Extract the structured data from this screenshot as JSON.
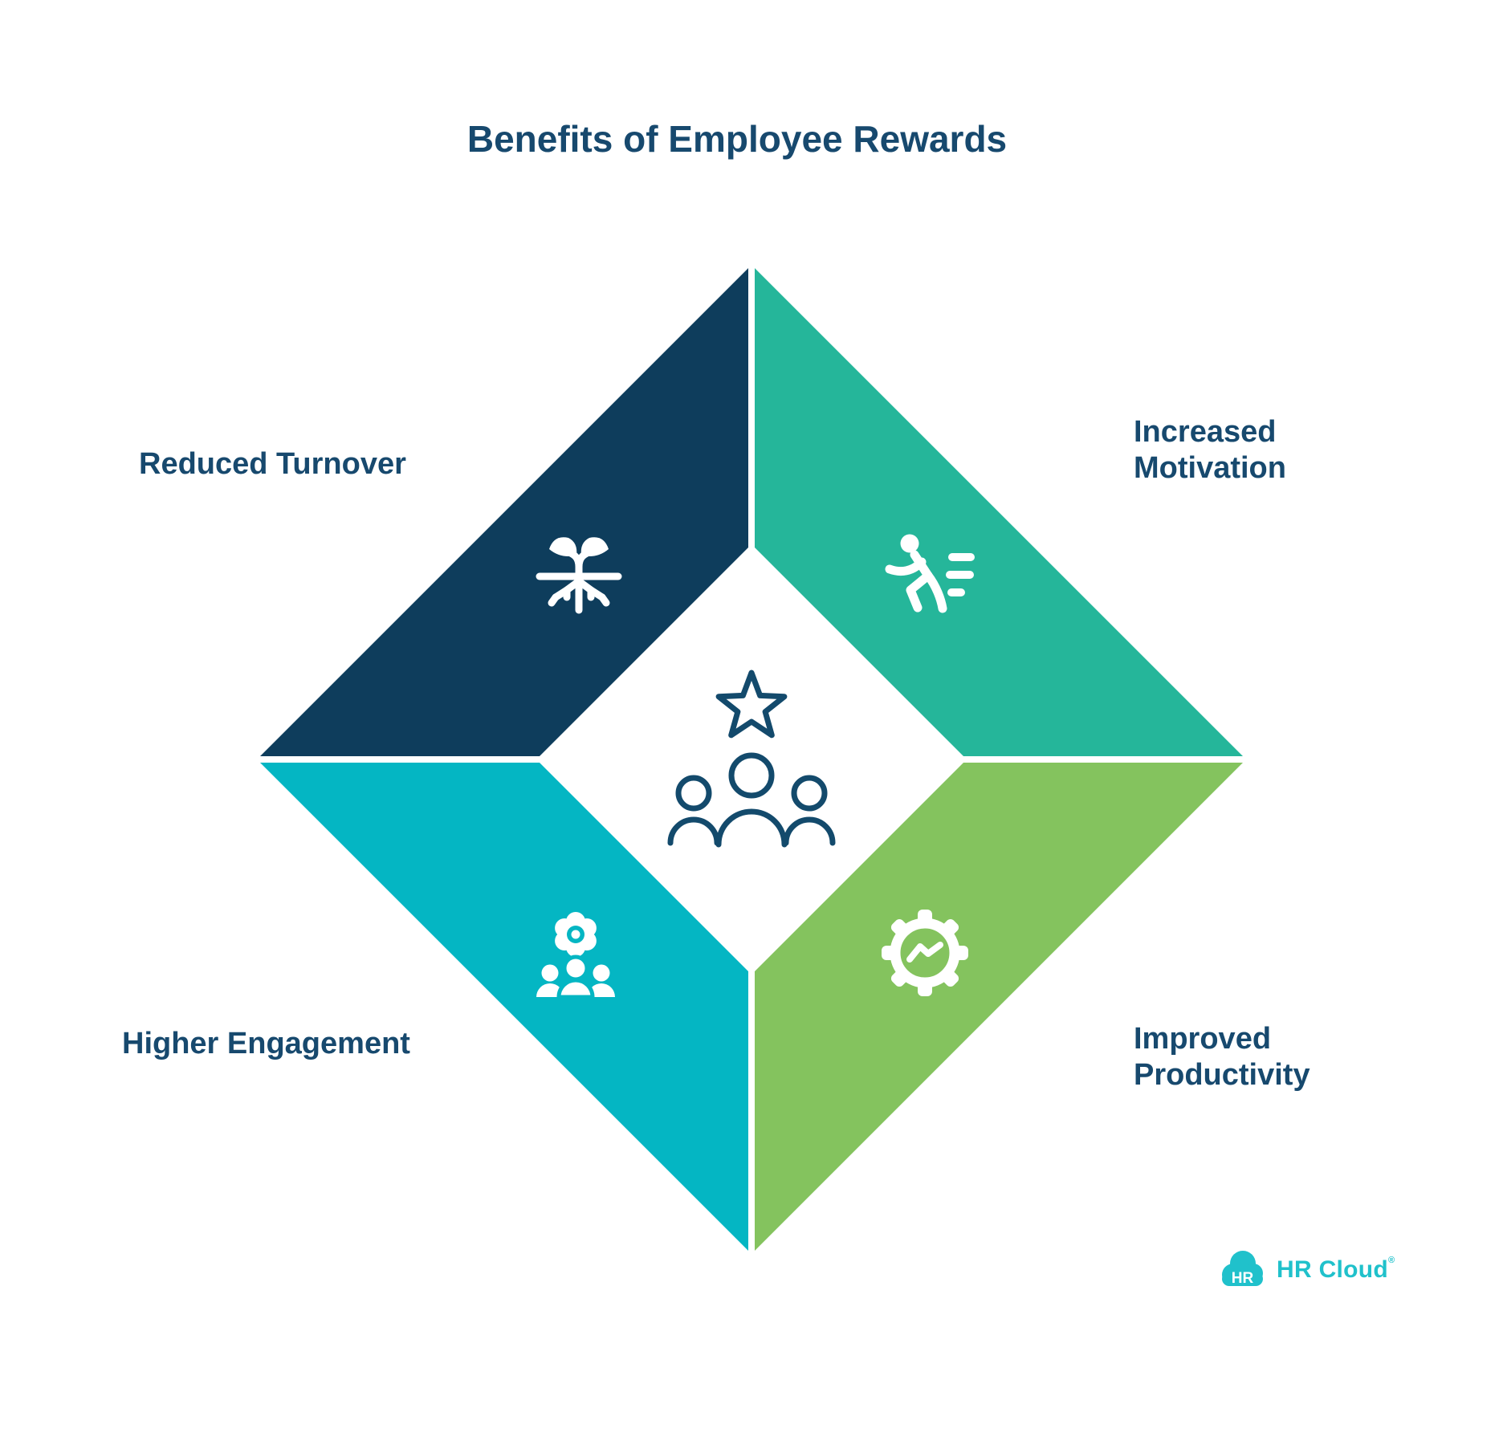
{
  "title": "Benefits of Employee Rewards",
  "colors": {
    "background": "#ffffff",
    "navy_segment": "#0e3d5c",
    "teal_segment": "#25b69a",
    "cyan_segment": "#04b6c3",
    "green_segment": "#84c35e",
    "label_text": "#17496e",
    "center_icon": "#134a6c",
    "icon_white": "#ffffff",
    "logo_teal": "#20c1cb"
  },
  "segments": [
    {
      "position": "top-left",
      "label": "Reduced Turnover",
      "color": "#0e3d5c",
      "icon": "sprout-roots-icon"
    },
    {
      "position": "top-right",
      "label": "Increased Motivation",
      "color": "#25b69a",
      "icon": "running-person-icon"
    },
    {
      "position": "bottom-left",
      "label": "Higher Engagement",
      "color": "#04b6c3",
      "icon": "flower-team-icon"
    },
    {
      "position": "bottom-right",
      "label": "Improved Productivity",
      "color": "#84c35e",
      "icon": "gear-trend-icon"
    }
  ],
  "center": {
    "icon": "star-team-icon"
  },
  "logo": {
    "badge_text": "HR",
    "brand_text": "HR Cloud",
    "registered_mark": "®"
  }
}
